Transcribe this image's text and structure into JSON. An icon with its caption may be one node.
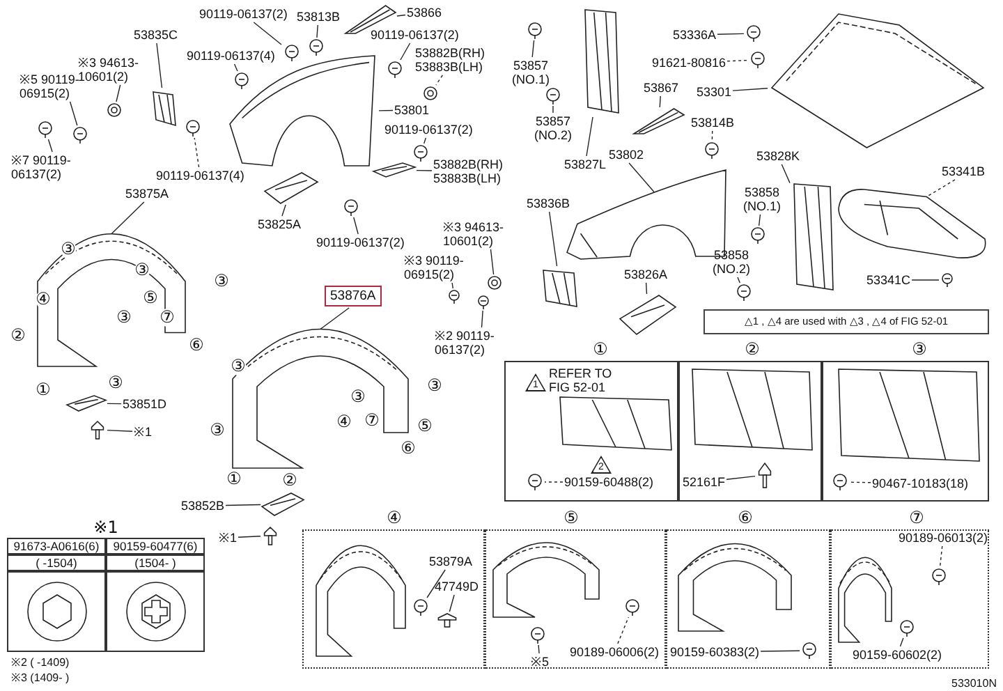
{
  "diagram": {
    "nodes": [
      {
        "text": [
          "53835C"
        ]
      },
      {
        "text": [],
        "shape": "picture"
      },
      {
        "text": [
          "※3 94613-10601(2)"
        ]
      },
      {
        "text": [],
        "shape": "picture"
      },
      {
        "text": [
          "※5 90119-06915(2)"
        ]
      },
      {
        "text": [],
        "shape": "picture"
      },
      {
        "text": [
          "※7 90119-06137(2)"
        ]
      },
      {
        "text": [],
        "shape": "picture"
      },
      {
        "text": [
          "90119-06137(2)"
        ]
      },
      {
        "text": [],
        "shape": "picture"
      },
      {
        "text": [
          "53813B"
        ]
      },
      {
        "text": [],
        "shape": "picture"
      },
      {
        "text": [
          "53866"
        ]
      },
      {
        "text": [],
        "shape": "picture"
      },
      {
        "text": [
          "90119-06137(2)"
        ]
      },
      {
        "text": [],
        "shape": "picture"
      },
      {
        "text": [
          "53882B(RH) 53883B(LH)"
        ]
      },
      {
        "text": [],
        "shape": "picture"
      },
      {
        "text": [
          "90119-06137(4)"
        ]
      },
      {
        "text": [],
        "shape": "picture"
      },
      {
        "text": [
          "53801"
        ]
      },
      {
        "text": [],
        "shape": "picture"
      },
      {
        "text": [
          "90119-06137(2)"
        ]
      },
      {
        "text": [],
        "shape": "picture"
      },
      {
        "text": [
          "53882B(RH) 53883B(LH)"
        ]
      },
      {
        "text": [],
        "shape": "picture"
      },
      {
        "text": [
          "90119-06137(4)"
        ]
      },
      {
        "text": [],
        "shape": "picture"
      },
      {
        "text": [
          "53825A"
        ]
      },
      {
        "text": [],
        "shape": "picture"
      },
      {
        "text": [
          "90119-06137(2)"
        ]
      },
      {
        "text": [],
        "shape": "picture"
      },
      {
        "text": [
          "53875A"
        ]
      },
      {
        "text": [],
        "shape": "picture"
      },
      {
        "text": [
          "53857 (NO.1)"
        ]
      },
      {
        "text": [],
        "shape": "picture"
      },
      {
        "text": [
          "53857 (NO.2)"
        ]
      },
      {
        "text": [],
        "shape": "picture"
      },
      {
        "text": [
          "53827L"
        ]
      },
      {
        "text": [],
        "shape": "picture"
      },
      {
        "text": [
          "53867"
        ]
      },
      {
        "text": [],
        "shape": "picture"
      },
      {
        "text": [
          "53336A"
        ]
      },
      {
        "text": [],
        "shape": "picture"
      },
      {
        "text": [
          "91621-80816"
        ]
      },
      {
        "text": [],
        "shape": "picture"
      },
      {
        "text": [
          "53301"
        ]
      },
      {
        "text": [],
        "shape": "picture"
      },
      {
        "text": [
          "53814B"
        ]
      },
      {
        "text": [],
        "shape": "picture"
      },
      {
        "text": [
          "53802"
        ]
      },
      {
        "text": [],
        "shape": "picture"
      },
      {
        "text": [
          "53836B"
        ]
      },
      {
        "text": [],
        "shape": "picture"
      },
      {
        "text": [
          "※3 94613-10601(2)"
        ]
      },
      {
        "text": [],
        "shape": "picture"
      },
      {
        "text": [
          "※3 90119-06915(2)"
        ]
      },
      {
        "text": [],
        "shape": "picture"
      },
      {
        "text": [
          "※2 90119-06137(2)"
        ]
      },
      {
        "text": [],
        "shape": "picture"
      },
      {
        "text": [
          "53826A"
        ]
      },
      {
        "text": [],
        "shape": "picture"
      },
      {
        "text": [
          "53828K"
        ]
      },
      {
        "text": [],
        "shape": "picture"
      },
      {
        "text": [
          "53858 (NO.1)"
        ]
      },
      {
        "text": [],
        "shape": "picture"
      },
      {
        "text": [
          "53858 (NO.2)"
        ]
      },
      {
        "text": [],
        "shape": "picture"
      },
      {
        "text": [
          "53341B"
        ]
      },
      {
        "text": [],
        "shape": "picture"
      },
      {
        "text": [
          "53341C"
        ]
      },
      {
        "text": [],
        "shape": "picture"
      },
      {
        "text": [
          "△1 , △4 are used with △3 , △4 of FIG 52-01"
        ]
      },
      {
        "text": [
          "53876A"
        ]
      },
      {
        "text": [],
        "shape": "picture"
      },
      {
        "text": [
          "53851D"
        ]
      },
      {
        "text": [],
        "shape": "picture"
      },
      {
        "text": [
          "※1"
        ]
      },
      {
        "text": [],
        "shape": "picture"
      },
      {
        "text": [
          "53852B"
        ]
      },
      {
        "text": [],
        "shape": "picture"
      },
      {
        "text": [
          "※1"
        ]
      },
      {
        "text": [],
        "shape": "picture"
      },
      {
        "text": [
          "90159-60488(2)"
        ]
      },
      {
        "text": [],
        "shape": "picture"
      },
      {
        "text": [
          "52161F"
        ]
      },
      {
        "text": [],
        "shape": "picture"
      },
      {
        "text": [
          "90467-10183(18)"
        ]
      },
      {
        "text": [],
        "shape": "picture"
      },
      {
        "text": [
          "53879A"
        ]
      },
      {
        "text": [],
        "shape": "picture"
      },
      {
        "text": [
          "47749D"
        ]
      },
      {
        "text": [],
        "shape": "picture"
      },
      {
        "text": [
          "90189-06006(2)"
        ]
      },
      {
        "text": [],
        "shape": "picture"
      },
      {
        "text": [
          "※5"
        ]
      },
      {
        "text": [],
        "shape": "picture"
      },
      {
        "text": [
          "90159-60383(2)"
        ]
      },
      {
        "text": [],
        "shape": "picture"
      },
      {
        "text": [
          "90189-06013(2)"
        ]
      },
      {
        "text": [],
        "shape": "picture"
      },
      {
        "text": [
          "90159-60602(2)"
        ]
      },
      {
        "text": [],
        "shape": "picture"
      }
    ],
    "edges": [
      {
        "from": 0,
        "to": 1,
        "arrow": "none"
      },
      {
        "from": 2,
        "to": 3,
        "arrow": "none"
      },
      {
        "from": 4,
        "to": 5,
        "arrow": "none"
      },
      {
        "from": 6,
        "to": 7,
        "arrow": "none"
      },
      {
        "from": 8,
        "to": 9,
        "arrow": "none"
      },
      {
        "from": 10,
        "to": 11,
        "arrow": "none"
      },
      {
        "from": 12,
        "to": 13,
        "arrow": "none"
      },
      {
        "from": 14,
        "to": 15,
        "arrow": "none"
      },
      {
        "from": 16,
        "to": 17,
        "arrow": "none",
        "style": "dashed"
      },
      {
        "from": 18,
        "to": 19,
        "arrow": "none"
      },
      {
        "from": 20,
        "to": 21,
        "arrow": "none"
      },
      {
        "from": 22,
        "to": 23,
        "arrow": "none"
      },
      {
        "from": 24,
        "to": 25,
        "arrow": "none"
      },
      {
        "from": 26,
        "to": 27,
        "arrow": "none",
        "style": "dashed"
      },
      {
        "from": 28,
        "to": 29,
        "arrow": "none"
      },
      {
        "from": 30,
        "to": 31,
        "arrow": "none"
      },
      {
        "from": 32,
        "to": 33,
        "arrow": "none"
      },
      {
        "from": 34,
        "to": 35,
        "arrow": "none"
      },
      {
        "from": 36,
        "to": 37,
        "arrow": "none"
      },
      {
        "from": 38,
        "to": 39,
        "arrow": "none"
      },
      {
        "from": 40,
        "to": 41,
        "arrow": "none"
      },
      {
        "from": 42,
        "to": 43,
        "arrow": "none"
      },
      {
        "from": 44,
        "to": 45,
        "arrow": "none",
        "style": "dashed"
      },
      {
        "from": 46,
        "to": 47,
        "arrow": "none"
      },
      {
        "from": 48,
        "to": 49,
        "arrow": "none",
        "style": "dashed"
      },
      {
        "from": 50,
        "to": 51,
        "arrow": "none"
      },
      {
        "from": 52,
        "to": 53,
        "arrow": "none"
      },
      {
        "from": 54,
        "to": 55,
        "arrow": "none"
      },
      {
        "from": 56,
        "to": 57,
        "arrow": "none"
      },
      {
        "from": 58,
        "to": 59,
        "arrow": "none"
      },
      {
        "from": 60,
        "to": 61,
        "arrow": "none"
      },
      {
        "from": 62,
        "to": 63,
        "arrow": "none"
      },
      {
        "from": 64,
        "to": 65,
        "arrow": "none"
      },
      {
        "from": 66,
        "to": 67,
        "arrow": "none"
      },
      {
        "from": 68,
        "to": 69,
        "arrow": "none",
        "style": "dashed"
      },
      {
        "from": 70,
        "to": 71,
        "arrow": "none"
      },
      {
        "from": 73,
        "to": 74,
        "arrow": "none"
      },
      {
        "from": 75,
        "to": 76,
        "arrow": "none"
      },
      {
        "from": 77,
        "to": 78,
        "arrow": "none"
      },
      {
        "from": 79,
        "to": 80,
        "arrow": "none"
      },
      {
        "from": 81,
        "to": 82,
        "arrow": "none"
      },
      {
        "from": 83,
        "to": 84,
        "arrow": "none",
        "style": "dashed"
      },
      {
        "from": 85,
        "to": 86,
        "arrow": "none"
      },
      {
        "from": 87,
        "to": 88,
        "arrow": "none",
        "style": "dashed"
      },
      {
        "from": 89,
        "to": 90,
        "arrow": "none"
      },
      {
        "from": 91,
        "to": 92,
        "arrow": "none"
      },
      {
        "from": 93,
        "to": 94,
        "arrow": "none",
        "style": "dashed"
      },
      {
        "from": 95,
        "to": 96,
        "arrow": "none"
      },
      {
        "from": 97,
        "to": 98,
        "arrow": "none"
      },
      {
        "from": 99,
        "to": 100,
        "arrow": "none",
        "style": "dashed"
      },
      {
        "from": 101,
        "to": 102,
        "arrow": "none"
      }
    ],
    "labels": [
      "③",
      "④",
      "③",
      "③",
      "⑤",
      "⑦",
      "③",
      "②",
      "⑥",
      "①",
      "③",
      "③",
      "③",
      "③",
      "④",
      "⑦",
      "⑤",
      "⑥",
      "③",
      "①",
      "②",
      "①",
      "②",
      "③",
      "1",
      "REFER TO FIG 52-01",
      "2",
      "④",
      "⑤",
      "⑥",
      "⑦",
      "※1",
      "91673-A0616(6)",
      "90159-60477(6)",
      "( -1504)",
      "(1504- )",
      "※2 ( -1409)",
      "※3 (1409- )",
      "533010N"
    ]
  }
}
